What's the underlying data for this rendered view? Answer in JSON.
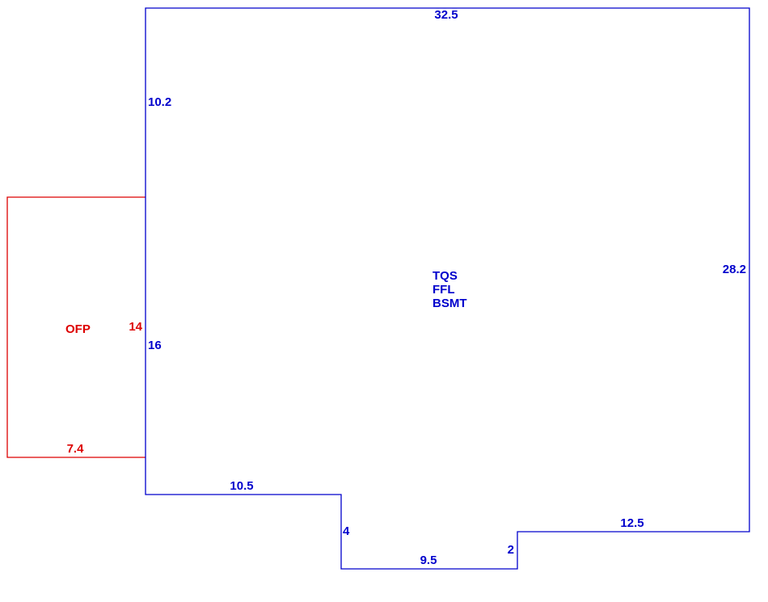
{
  "colors": {
    "main": "#0000cc",
    "porch": "#dd0000",
    "background": "#ffffff"
  },
  "main_area": {
    "labels": [
      "TQS",
      "FFL",
      "BSMT"
    ],
    "dimensions": {
      "top": "32.5",
      "left_upper": "10.2",
      "left_lower": "16",
      "right": "28.2",
      "bottom_left": "10.5",
      "step_down": "4",
      "bottom_middle": "9.5",
      "step_up": "2",
      "bottom_right": "12.5"
    }
  },
  "porch_area": {
    "label": "OFP",
    "dimensions": {
      "side": "14",
      "bottom": "7.4"
    }
  }
}
